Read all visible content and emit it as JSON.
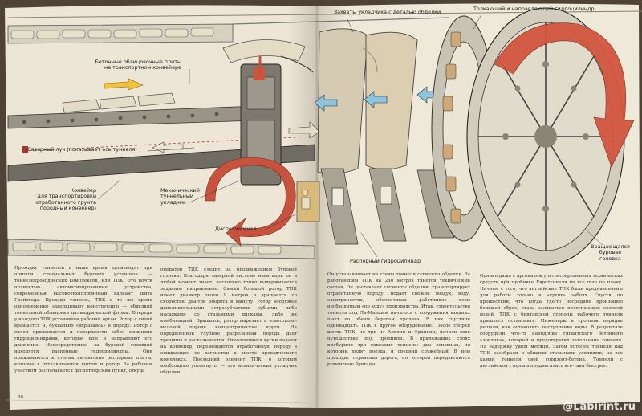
{
  "labels": {
    "conveyor_plates": "Бетонные облицовочные плиты\nна транспортном конвейере",
    "laser": "Лазерный луч (показывает ось туннеля)",
    "conveyor_soil": "Конвейер\nдля транспортировки\nотработанного грунта\n(породный конвейер)",
    "mech_laying": "Механический\nтуннельный\nукладчик",
    "dispatcher": "Диспетчерская",
    "grips": "Захваты укладчика с деталью обделки",
    "jacks": "Толкающий и направляющий гидроцилиндр",
    "spreading": "Распорный гидроцилиндр",
    "head": "Вращающаяся\nбуровая\nголовка"
  },
  "page_left": {
    "number": "80",
    "col1": "Проходку тоннелей в наше время производят при помощи специальных буровых установок — тоннелепроходческих комплексов, или ТПК. Это почти полностью автоматизированные устройства, современный высокотехнологичный вариант щита Грейтхеда. Проходя тоннель, ТПК в то же время одновременно заверши­вают конструкцию — обделкой тоннельной облицовки цилиндрической формы. Впереди у каждого ТПК установлен рабочий орган. Ротор с силой вращается и, буквально «вгрызаясь» в породу. Ротор с силой прижимается к поверхности забоя мощными гидроцилиндрами, которые еще и направляют его движение. Непосредственно за буровой головкой находятся распорные гидроцилиндры. Они прижимаются к стенам гигантские распорные плиты, которые в отталкиваются щитом и ротор. За рабочим участком располагается диспетчерский пункт, откуда",
    "col2": "оператор ТПК следит за продвижением буровой головки. Благодаря лазерной системе навигации он в любой момент знает, насколько точно выдерживается заданное направление. Самый большой ротор ТПК имеет диаметр около 9 метров и вращается со скоростью два-три оборота в минуту. Ротор вооружен дополнительными острозубчатыми зубьями, либо насадками со стальными дисками, либо их комбинацией. Вращаясь, ротор вырезает в известково-меловой породе концентрические круги. На определенной глубине разрезанная порода дает трещины и раскалывается. Отколовшиеся куски падают на конвейер, перемещаются отработанную породу в ожидающие ее вагонетки в хвосте проходческого комплекса. Последний элемент ТПК, о котором необходимо упомянуть, — это механический укладчик обделки."
  },
  "page_right": {
    "col1": "Он устанавливает на стены тоннеля сегменты обделки. За работающим ТПК на 240 метров тянется технический состав. Он доставляет сегменты обделки, транспортирует отработанную породу, подает свежий воздух, воду, электричество, обеспечивая работников всем необходимым «по ходу» производства. Итак, строительство тоннеля под Ла-Маншем началось с сооружения входных шахт по обеим берегам пролива. В них спустили одиннадцать ТПК в другое оборудование. После сборки шесть ТПК, по три из Англии и Франции, начали свое путешествие под проливом. В прилежащих слоях пробурили три сквозных тоннеля: два основных, по которым ходят поезда, и средний служебный. В нем проходит сервисная дорога, по которой передвигаются ремонтные бригады.",
    "col2": "Однако даже с арсеналом ультрасовременных технических средств при пробивке Евротуннеля не все шло по плану. Начнем с того, что английские ТПК были предназначены для работы только в «сухих» забоях. Спустя по прошествии, что когда где-то посредине произошел большой сброс, стала заливаться поступающей соленой водой. ТПК с британской стороны рабочего тоннеля пришлось остановить. Инженеры в срочном порядке решали, как остановить поступление воды. В результате соорудили что-то наподобие гигантского бетонного «зонтика», который и предотвратил затопление тоннеля. На задержку ушли месяцы. Затем потолок тоннеля над ТПК разобрали и общими стальными усилиями, не все камни тоннеля свой горизонт-бетона. Тоннели с английской стороны продвигались все-таки быстрее."
  },
  "watermark": "@Labirint.ru",
  "colors": {
    "paper": "#ece5d6",
    "arrow": "#c9523e",
    "arrow_yellow": "#f3c23c",
    "ink": "#2b2b2b"
  }
}
